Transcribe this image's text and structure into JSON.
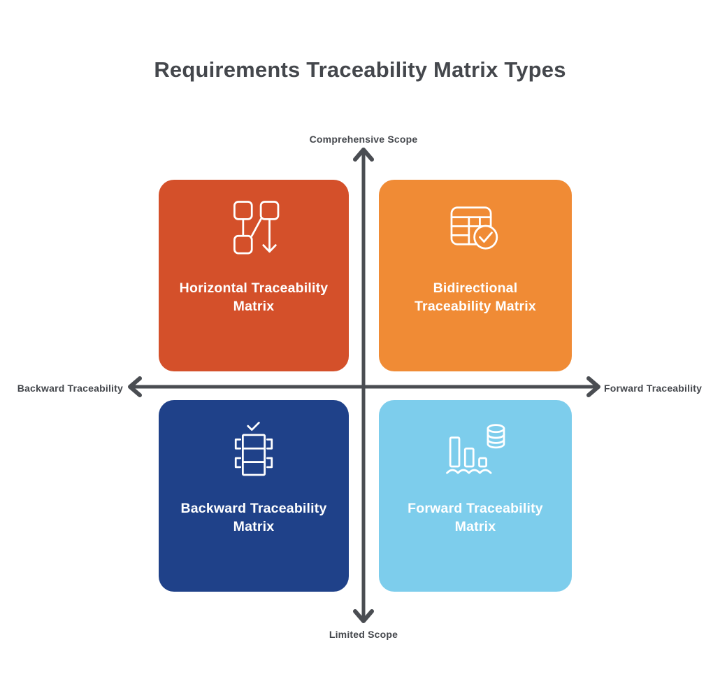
{
  "title": "Requirements Traceability Matrix Types",
  "axes": {
    "top_label": "Comprehensive Scope",
    "bottom_label": "Limited Scope",
    "left_label": "Backward Traceability",
    "right_label": "Forward Traceability"
  },
  "quadrants": {
    "top_left": {
      "label": "Horizontal Traceability\nMatrix",
      "color": "#d4502a",
      "icon": "workflow-branch-icon"
    },
    "top_right": {
      "label": "Bidirectional\nTraceability Matrix",
      "color": "#f08b35",
      "icon": "table-check-icon"
    },
    "bottom_left": {
      "label": "Backward Traceability\nMatrix",
      "color": "#1f4189",
      "icon": "stacked-table-check-icon"
    },
    "bottom_right": {
      "label": "Forward Traceability\nMatrix",
      "color": "#7dcdec",
      "icon": "declining-bars-database-icon"
    }
  },
  "colors": {
    "background": "#ffffff",
    "title_text": "#44474c",
    "axis": "#4a4d52",
    "card_text": "#ffffff"
  }
}
